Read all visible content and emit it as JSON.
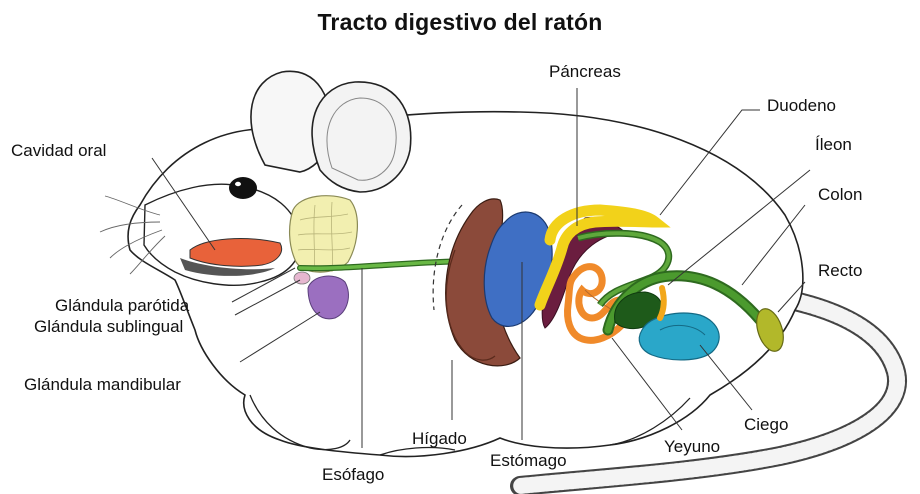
{
  "title": "Tracto digestivo del ratón",
  "labels": {
    "cavidad_oral": "Cavidad oral",
    "glandula_parotida": "Glándula parótida",
    "glandula_sublingual": "Glándula sublingual",
    "glandula_mandibular": "Glándula mandibular",
    "esofago": "Esófago",
    "higado": "Hígado",
    "estomago": "Estómago",
    "pancreas": "Páncreas",
    "duodeno": "Duodeno",
    "ileon": "Íleon",
    "colon": "Colon",
    "recto": "Recto",
    "ciego": "Ciego",
    "yeyuno": "Yeyuno"
  },
  "colors": {
    "liver": "#8b4a3a",
    "stomach": "#3f6fc4",
    "pancreas": "#6b1d3f",
    "duodenum": "#f2d21a",
    "jejunum": "#f08a2a",
    "ileum_colon": "#3f8f2a",
    "cecum": "#2aa7c9",
    "rectum": "#b2b82a",
    "mandibular_gland": "#9b6fc0",
    "parotid_gland": "#f2efb0",
    "oral_cavity": "#e8623a"
  }
}
